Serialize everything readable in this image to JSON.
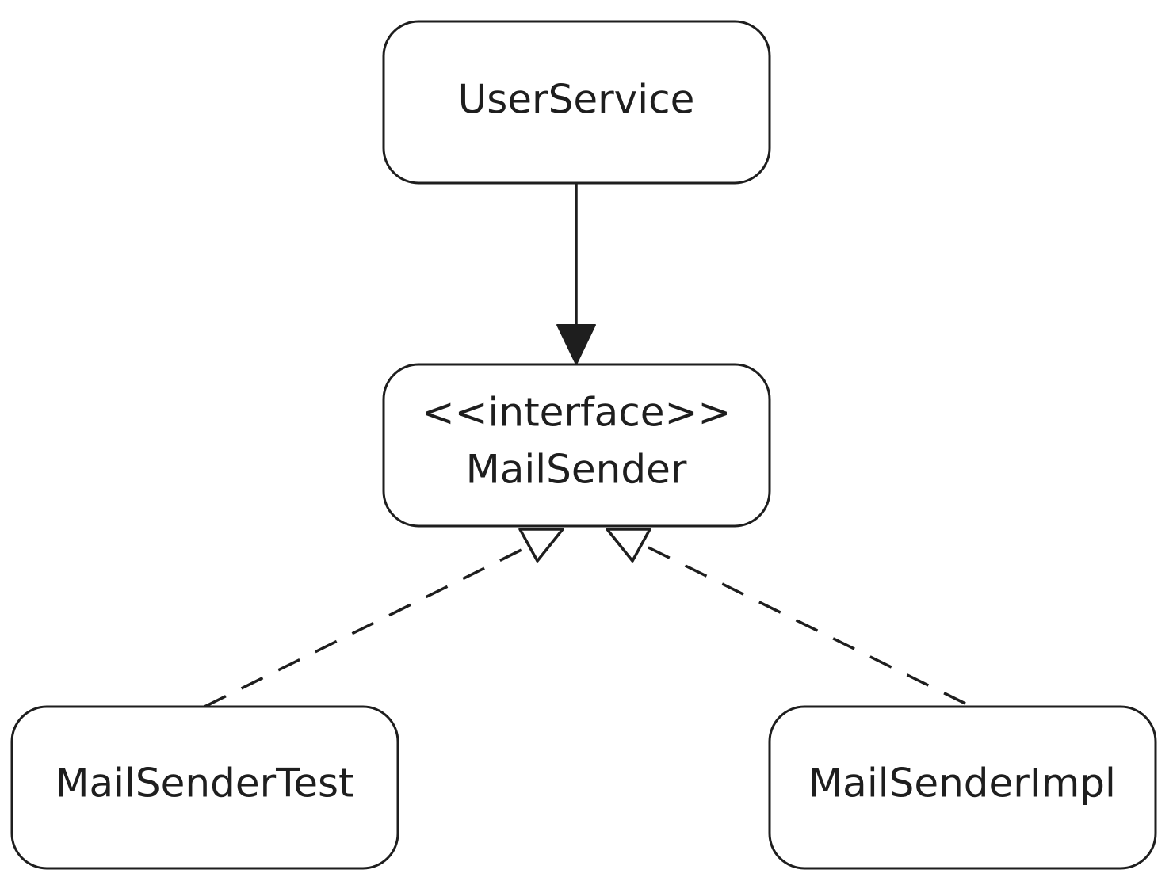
{
  "diagram": {
    "nodes": {
      "user_service": {
        "label": "UserService"
      },
      "mail_sender": {
        "stereotype": "<<interface>>",
        "label": "MailSender"
      },
      "mail_sender_test": {
        "label": "MailSenderTest"
      },
      "mail_sender_impl": {
        "label": "MailSenderImpl"
      }
    },
    "edges": [
      {
        "from": "UserService",
        "to": "MailSender",
        "type": "dependency",
        "line": "solid",
        "head": "filled-arrow"
      },
      {
        "from": "MailSenderTest",
        "to": "MailSender",
        "type": "realization",
        "line": "dashed",
        "head": "hollow-triangle"
      },
      {
        "from": "MailSenderImpl",
        "to": "MailSender",
        "type": "realization",
        "line": "dashed",
        "head": "hollow-triangle"
      }
    ],
    "colors": {
      "stroke": "#1e1e1e",
      "background": "#ffffff"
    }
  }
}
